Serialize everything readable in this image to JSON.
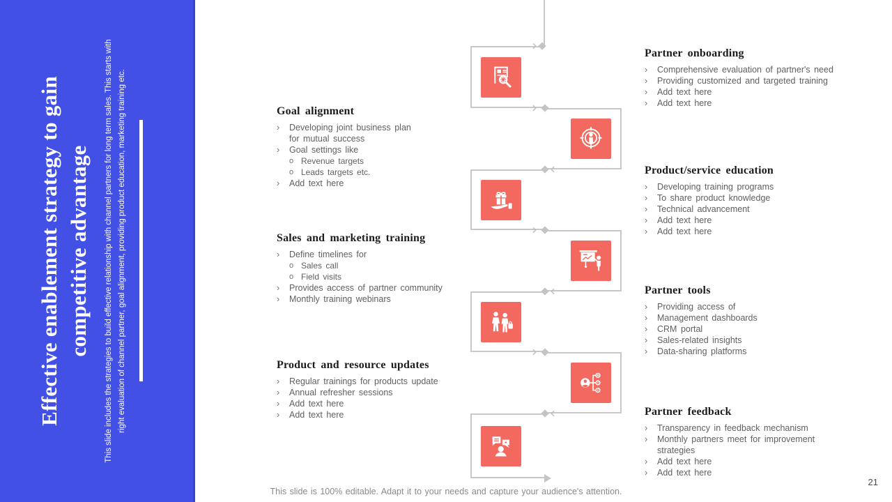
{
  "slide": {
    "page_number": "21",
    "footer": "This slide is 100% editable. Adapt it to your needs and capture your audience's attention."
  },
  "sidebar": {
    "title_line1": "Effective enablement strategy to gain",
    "title_line2": "competitive advantage",
    "description": "This slide includes the strategies to build effective relationship with channel partners for long term sales. This starts with right evaluation of channel partner, goal alignment, providing product education, marketing training etc.",
    "background_color": "#4350E6"
  },
  "diagram": {
    "accent_color": "#F3695F",
    "line_color": "#C8C8C8",
    "steps": [
      {
        "icon": "partner-evaluation-icon",
        "side": "left"
      },
      {
        "icon": "goal-target-icon",
        "side": "right"
      },
      {
        "icon": "product-gift-icon",
        "side": "left"
      },
      {
        "icon": "training-presentation-icon",
        "side": "right"
      },
      {
        "icon": "partnership-people-icon",
        "side": "left"
      },
      {
        "icon": "resource-network-icon",
        "side": "right"
      },
      {
        "icon": "feedback-chat-icon",
        "side": "left"
      }
    ]
  },
  "left_sections": [
    {
      "title": "Goal alignment",
      "bullets": [
        {
          "level": 1,
          "text": "Developing joint business plan for mutual success"
        },
        {
          "level": 1,
          "text": "Goal settings like"
        },
        {
          "level": 2,
          "text": "Revenue targets"
        },
        {
          "level": 2,
          "text": "Leads targets etc."
        },
        {
          "level": 1,
          "text": "Add text here"
        }
      ]
    },
    {
      "title": "Sales and marketing training",
      "bullets": [
        {
          "level": 1,
          "text": "Define timelines for"
        },
        {
          "level": 2,
          "text": "Sales call"
        },
        {
          "level": 2,
          "text": "Field visits"
        },
        {
          "level": 1,
          "text": "Provides access of partner community"
        },
        {
          "level": 1,
          "text": "Monthly training webinars"
        }
      ]
    },
    {
      "title": "Product and resource updates",
      "bullets": [
        {
          "level": 1,
          "text": "Regular trainings for products update"
        },
        {
          "level": 1,
          "text": "Annual refresher sessions"
        },
        {
          "level": 1,
          "text": "Add text here"
        },
        {
          "level": 1,
          "text": "Add text here"
        }
      ]
    }
  ],
  "right_sections": [
    {
      "title": "Partner onboarding",
      "bullets": [
        {
          "level": 1,
          "text": "Comprehensive evaluation of partner's need"
        },
        {
          "level": 1,
          "text": "Providing customized and targeted training"
        },
        {
          "level": 1,
          "text": "Add text here"
        },
        {
          "level": 1,
          "text": "Add text here"
        }
      ]
    },
    {
      "title": "Product/service education",
      "bullets": [
        {
          "level": 1,
          "text": "Developing training programs"
        },
        {
          "level": 1,
          "text": "To share product knowledge"
        },
        {
          "level": 1,
          "text": "Technical advancement"
        },
        {
          "level": 1,
          "text": "Add text here"
        },
        {
          "level": 1,
          "text": "Add text here"
        }
      ]
    },
    {
      "title": "Partner tools",
      "bullets": [
        {
          "level": 1,
          "text": "Providing access of"
        },
        {
          "level": 1,
          "text": "Management dashboards"
        },
        {
          "level": 1,
          "text": "CRM portal"
        },
        {
          "level": 1,
          "text": "Sales-related insights"
        },
        {
          "level": 1,
          "text": "Data-sharing platforms"
        }
      ]
    },
    {
      "title": "Partner feedback",
      "bullets": [
        {
          "level": 1,
          "text": "Transparency in feedback mechanism"
        },
        {
          "level": 1,
          "text": "Monthly partners meet for improvement strategies"
        },
        {
          "level": 1,
          "text": "Add text here"
        },
        {
          "level": 1,
          "text": "Add text here"
        }
      ]
    }
  ],
  "markers": {
    "level1": "›",
    "level2": "o"
  }
}
